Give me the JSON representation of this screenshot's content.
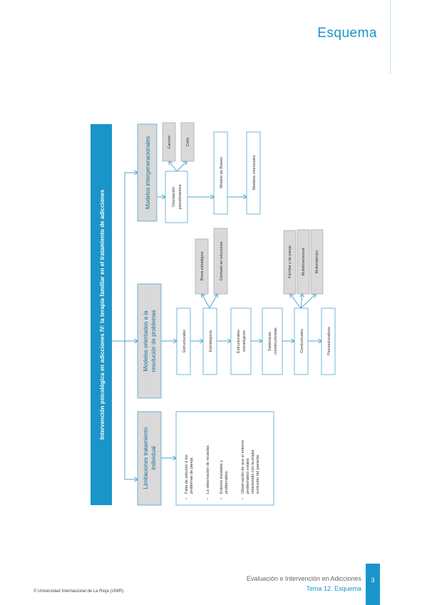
{
  "header": {
    "title": "Esquema"
  },
  "diagram": {
    "main_title": "Intervención psicológica en adicciones IV: la terapia familiar en el tratamiento de adicciones",
    "categories": {
      "limitaciones": {
        "label_line1": "Limitaciones tratamiento",
        "label_line2": "individual",
        "bullets": [
          [
            "Falta de solución a los",
            "problemas de pareja."
          ],
          [
            "La observación de recaídas."
          ],
          [
            "Entorno inestable y",
            "problemático."
          ],
          [
            "Observación de que el entorno",
            "problemático estaba",
            "relacionado con la propia",
            "evolución del paciente."
          ]
        ]
      },
      "resolucion": {
        "label_line1": "Modelos orientados a la",
        "label_line2": "resolución de problemas",
        "items": {
          "estructurales": "Estructurales",
          "estrategicos": "Estratégicos",
          "estrategicos_sub": [
            "Breve estratégica",
            "Centrado en soluciones"
          ],
          "estructurales_estrategicos": [
            "Estructurales-",
            "estratégicos"
          ],
          "sistemicos": [
            "Sistémicos-",
            "constructivistas"
          ],
          "conductuales": "Conductuales",
          "conductuales_sub": [
            "Familiar y de pareja",
            "Multidimensional",
            "Multisistémico"
          ],
          "psicoeducativos": "Psicoeducativos"
        }
      },
      "intergeneracionales": {
        "label": "Modelos intergeneracionales",
        "items": {
          "orientacion": [
            "Orientación",
            "psicodinámica"
          ],
          "orientacion_sub": [
            "Cancrini",
            "Cirillo"
          ],
          "bowen": "Modelo de Bowen",
          "vivenciales": "Modelos vivenciales"
        }
      }
    }
  },
  "footer": {
    "course": "Evaluación e Intervención en Adicciones",
    "topic": "Tema 12. Esquema",
    "page": "3",
    "copyright": "© Universidad Internacional de La Rioja (UNIR)"
  },
  "colors": {
    "accent": "#1a95c9",
    "grey_box": "#d9d9d9",
    "border": "#4ea5cf"
  }
}
